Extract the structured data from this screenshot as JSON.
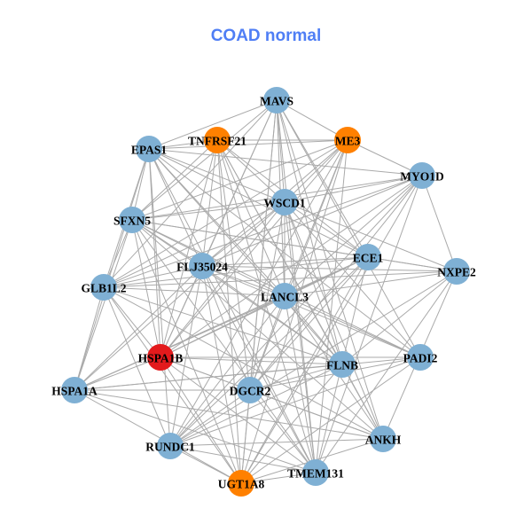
{
  "title": "COAD normal",
  "colors": {
    "default": "#7fb0d4",
    "orange": "#ff8000",
    "red": "#e31a1c",
    "edge": "#aaaaaa",
    "title": "#4f7ef5"
  },
  "nodes": [
    {
      "label": "MAVS",
      "color": "default"
    },
    {
      "label": "TNFRSF21",
      "color": "orange"
    },
    {
      "label": "ME3",
      "color": "orange"
    },
    {
      "label": "EPAS1",
      "color": "default"
    },
    {
      "label": "MYO1D",
      "color": "default"
    },
    {
      "label": "WSCD1",
      "color": "default"
    },
    {
      "label": "SFXN5",
      "color": "default"
    },
    {
      "label": "ECE1",
      "color": "default"
    },
    {
      "label": "NXPE2",
      "color": "default"
    },
    {
      "label": "FLJ35024",
      "color": "default"
    },
    {
      "label": "GLB1L2",
      "color": "default"
    },
    {
      "label": "LANCL3",
      "color": "default"
    },
    {
      "label": "PADI2",
      "color": "default"
    },
    {
      "label": "HSPA1B",
      "color": "red"
    },
    {
      "label": "FLNB",
      "color": "default"
    },
    {
      "label": "DGCR2",
      "color": "default"
    },
    {
      "label": "HSPA1A",
      "color": "default"
    },
    {
      "label": "ANKH",
      "color": "default"
    },
    {
      "label": "RUNDC1",
      "color": "default"
    },
    {
      "label": "TMEM131",
      "color": "default"
    },
    {
      "label": "UGT1A8",
      "color": "orange"
    }
  ],
  "adjacency": {
    "0": [
      2,
      3,
      5,
      6,
      7,
      9,
      10,
      11,
      12,
      13,
      14,
      15,
      17,
      19,
      20
    ],
    "1": [
      2,
      3,
      5,
      6,
      7,
      9,
      11,
      13,
      14,
      15,
      17,
      19,
      20
    ],
    "2": [
      3,
      4,
      5,
      6,
      9,
      10,
      11,
      13,
      15,
      18,
      19,
      20
    ],
    "3": [
      4,
      5,
      6,
      7,
      9,
      10,
      11,
      12,
      13,
      14,
      16,
      18,
      19
    ],
    "4": [
      5,
      6,
      8,
      9,
      10,
      11,
      13,
      15,
      18,
      19,
      20
    ],
    "5": [
      6,
      7,
      8,
      9,
      10,
      11,
      12,
      13,
      14,
      15,
      16,
      17,
      19
    ],
    "6": [
      7,
      8,
      9,
      10,
      11,
      12,
      13,
      14,
      16,
      17,
      19,
      20
    ],
    "7": [
      8,
      9,
      10,
      11,
      13,
      15,
      16,
      18,
      19,
      20
    ],
    "8": [
      9,
      10,
      11,
      14,
      17,
      18,
      19
    ],
    "9": [
      10,
      11,
      12,
      13,
      14,
      15,
      16,
      18,
      19,
      20
    ],
    "10": [
      11,
      13,
      14,
      16,
      17,
      18,
      20
    ],
    "11": [
      12,
      13,
      14,
      15,
      16,
      17,
      18,
      19
    ],
    "12": [
      13,
      15,
      16,
      18,
      20
    ],
    "13": [
      14,
      15,
      16,
      17,
      19,
      20
    ],
    "14": [
      15,
      16,
      17,
      18,
      20
    ],
    "15": [
      16,
      17,
      18,
      19,
      20
    ],
    "16": [
      17,
      19,
      20
    ],
    "17": [
      18,
      20
    ],
    "18": [
      19,
      20
    ],
    "19": [
      20
    ]
  }
}
